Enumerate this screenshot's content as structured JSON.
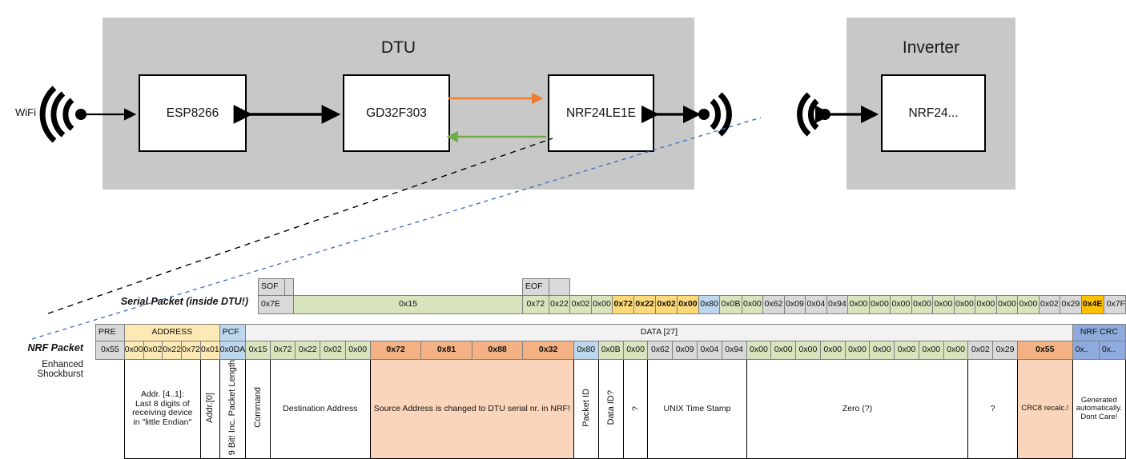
{
  "diagram": {
    "dtu": {
      "title": "DTU",
      "chips": [
        {
          "name": "esp",
          "label": "ESP8266"
        },
        {
          "name": "gd32",
          "label": "GD32F303"
        },
        {
          "name": "nrf24le1e",
          "label": "NRF24LE1E"
        }
      ]
    },
    "inverter": {
      "title": "Inverter",
      "chips": [
        {
          "name": "nrf24",
          "label": "NRF24..."
        }
      ]
    },
    "wifi_label": "WiFi",
    "colors": {
      "panel": "#c8c8c8",
      "arrow_tx": "#ed7d31",
      "arrow_rx": "#70ad47",
      "callout_serial": "#000000",
      "callout_nrf": "#4472c4"
    }
  },
  "serial_packet": {
    "row_label": "Serial Packet (inside DTU!)",
    "headers": {
      "sof": "SOF",
      "eof": "EOF"
    },
    "sof_value": "0x7E",
    "eof_value": "0x7F",
    "bytes": [
      {
        "v": "0x15",
        "c": "c-green"
      },
      {
        "v": "0x72",
        "c": "c-green"
      },
      {
        "v": "0x22",
        "c": "c-green"
      },
      {
        "v": "0x02",
        "c": "c-green"
      },
      {
        "v": "0x00",
        "c": "c-green"
      },
      {
        "v": "0x72",
        "c": "c-yellow",
        "b": true
      },
      {
        "v": "0x22",
        "c": "c-yellow",
        "b": true
      },
      {
        "v": "0x02",
        "c": "c-yellow",
        "b": true
      },
      {
        "v": "0x00",
        "c": "c-yellow",
        "b": true
      },
      {
        "v": "0x80",
        "c": "c-blue"
      },
      {
        "v": "0x0B",
        "c": "c-green"
      },
      {
        "v": "0x00",
        "c": "c-green"
      },
      {
        "v": "0x62",
        "c": "c-gray"
      },
      {
        "v": "0x09",
        "c": "c-gray"
      },
      {
        "v": "0x04",
        "c": "c-gray"
      },
      {
        "v": "0x94",
        "c": "c-gray"
      },
      {
        "v": "0x00",
        "c": "c-green"
      },
      {
        "v": "0x00",
        "c": "c-green"
      },
      {
        "v": "0x00",
        "c": "c-green"
      },
      {
        "v": "0x00",
        "c": "c-green"
      },
      {
        "v": "0x00",
        "c": "c-green"
      },
      {
        "v": "0x00",
        "c": "c-green"
      },
      {
        "v": "0x00",
        "c": "c-green"
      },
      {
        "v": "0x00",
        "c": "c-green"
      },
      {
        "v": "0x00",
        "c": "c-green"
      },
      {
        "v": "0x02",
        "c": "c-gray"
      },
      {
        "v": "0x29",
        "c": "c-gray"
      },
      {
        "v": "0x4E",
        "c": "c-orange",
        "b": true
      }
    ]
  },
  "nrf_packet": {
    "row_label": "NRF Packet",
    "row_sublabel": "Enhanced Shockburst",
    "groups": {
      "pre": "PRE",
      "address": "ADDRESS",
      "pcf": "PCF",
      "data": "DATA [27]",
      "crc": "NRF CRC"
    },
    "pre_value": "0x55",
    "address_values": [
      "0x00",
      "0x02",
      "0x22",
      "0x72",
      "0x01"
    ],
    "pcf_value": "0x0DA",
    "crc_values": [
      "0x..",
      "0x.."
    ],
    "bytes": [
      {
        "v": "0x15",
        "c": "c-green"
      },
      {
        "v": "0x72",
        "c": "c-green"
      },
      {
        "v": "0x22",
        "c": "c-green"
      },
      {
        "v": "0x02",
        "c": "c-green"
      },
      {
        "v": "0x00",
        "c": "c-green"
      },
      {
        "v": "0x72",
        "c": "c-salmon",
        "b": true
      },
      {
        "v": "0x81",
        "c": "c-salmon",
        "b": true
      },
      {
        "v": "0x88",
        "c": "c-salmon",
        "b": true
      },
      {
        "v": "0x32",
        "c": "c-salmon",
        "b": true
      },
      {
        "v": "0x80",
        "c": "c-blue"
      },
      {
        "v": "0x0B",
        "c": "c-green"
      },
      {
        "v": "0x00",
        "c": "c-green"
      },
      {
        "v": "0x62",
        "c": "c-gray"
      },
      {
        "v": "0x09",
        "c": "c-gray"
      },
      {
        "v": "0x04",
        "c": "c-gray"
      },
      {
        "v": "0x94",
        "c": "c-gray"
      },
      {
        "v": "0x00",
        "c": "c-green"
      },
      {
        "v": "0x00",
        "c": "c-green"
      },
      {
        "v": "0x00",
        "c": "c-green"
      },
      {
        "v": "0x00",
        "c": "c-green"
      },
      {
        "v": "0x00",
        "c": "c-green"
      },
      {
        "v": "0x00",
        "c": "c-green"
      },
      {
        "v": "0x00",
        "c": "c-green"
      },
      {
        "v": "0x00",
        "c": "c-green"
      },
      {
        "v": "0x00",
        "c": "c-green"
      },
      {
        "v": "0x02",
        "c": "c-gray"
      },
      {
        "v": "0x29",
        "c": "c-gray"
      },
      {
        "v": "0x55",
        "c": "c-salmon",
        "b": true
      }
    ],
    "annotations": {
      "address": "Addr. [4..1]:\nLast 8 digits of receiving device in \"little Endian\"",
      "addr0": "Addr.[0]",
      "pcf": "9 Bit!  Inc. Packet Length",
      "command": "Command",
      "destination": "Destination Address",
      "source": "Source Address is changed to DTU serial nr. in NRF!",
      "packet_id": "Packet ID",
      "data_id": "Data ID?",
      "qmark1": "?",
      "timestamp": "UNIX Time Stamp",
      "zero": "Zero (?)",
      "qmark2": "?",
      "crc8": "CRC8 recalc.!",
      "crc_note": "Generated automatically.\nDont Care!"
    }
  }
}
